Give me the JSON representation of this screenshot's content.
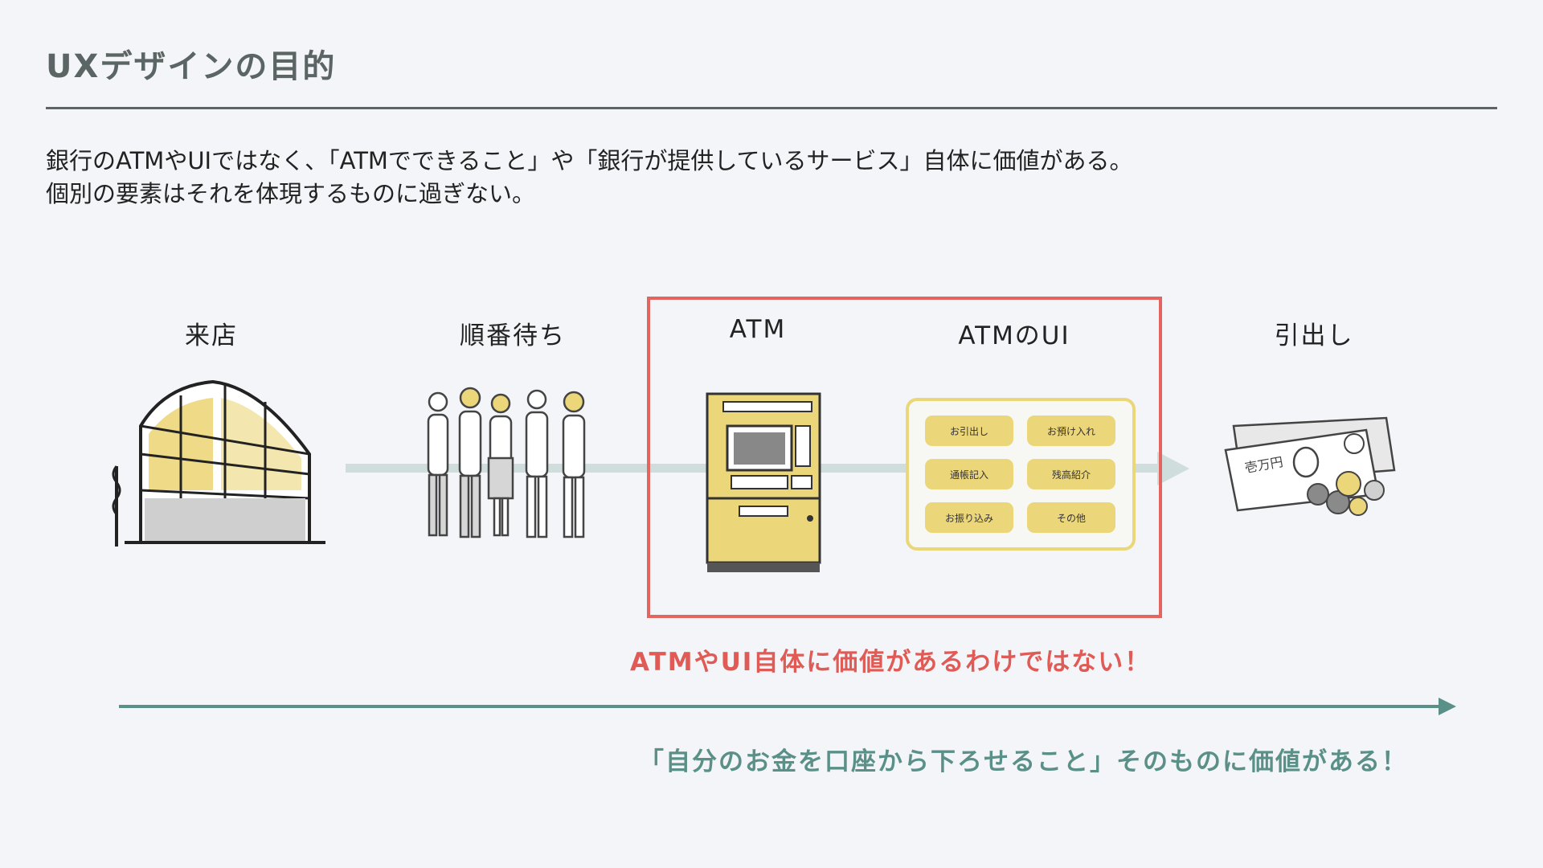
{
  "title": "UXデザインの目的",
  "description": {
    "line1": "銀行のATMやUIではなく、「ATMでできること」や「銀行が提供しているサービス」自体に価値がある。",
    "line2": "個別の要素はそれを体現するものに過ぎない。"
  },
  "stages": [
    {
      "label": "来店",
      "icon": "building-icon"
    },
    {
      "label": "順番待ち",
      "icon": "queue-people-icon"
    },
    {
      "label": "ATM",
      "icon": "atm-machine-icon"
    },
    {
      "label": "ATMのUI",
      "icon": "atm-ui-panel"
    },
    {
      "label": "引出し",
      "icon": "money-icon"
    }
  ],
  "atm_ui": {
    "buttons": [
      "お引出し",
      "お預け入れ",
      "通帳記入",
      "残高紹介",
      "お振り込み",
      "その他"
    ]
  },
  "money_note_text": "壱万円",
  "warning": "ATMやUI自体に価値があるわけではない！",
  "value_statement": "「自分のお金を口座から下ろせること」そのものに価値がある！",
  "colors": {
    "accent_yellow": "#ecd67a",
    "warning_red": "#e05b55",
    "value_teal": "#5b9088",
    "flow_line": "#cfdedc",
    "title_gray": "#5b6664"
  }
}
